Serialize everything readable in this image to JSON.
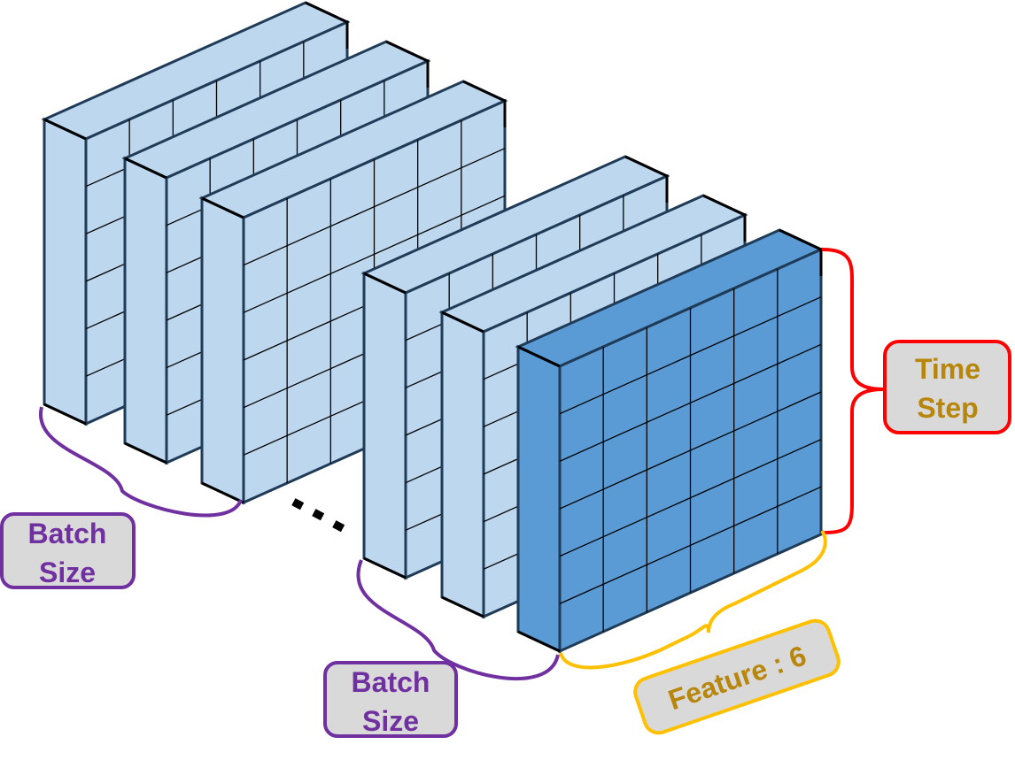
{
  "labels": {
    "batch_size_left": [
      "Batch",
      "Size"
    ],
    "batch_size_right": [
      "Batch",
      "Size"
    ],
    "time_step": [
      "Time",
      "Step"
    ],
    "feature": "Feature : 6"
  },
  "colors": {
    "panel_fill": "#bdd7ee",
    "panel_highlight_fill": "#5b9bd5",
    "panel_stroke": "#1f3b57",
    "batch_color": "#7030a0",
    "time_color": "#ff0000",
    "feature_color": "#ffc000",
    "label_text_color": "#b8860b",
    "label_box_fill": "#d9d9d9"
  },
  "grid": {
    "rows": 6,
    "cols": 6
  },
  "icons": {
    "ellipsis": "ellipsis-dots"
  }
}
